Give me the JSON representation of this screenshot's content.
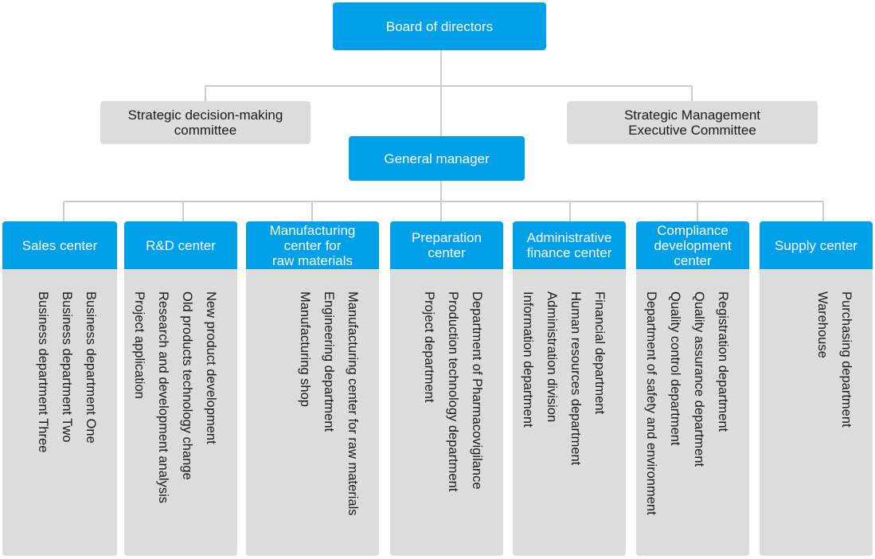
{
  "chart": {
    "board": "Board of directors",
    "left_committee": [
      "Strategic decision-making",
      "committee"
    ],
    "right_committee": [
      "Strategic Management",
      "Executive Committee"
    ],
    "general_manager": "General manager",
    "centers": [
      {
        "title": [
          "Sales center"
        ],
        "departments": [
          "Business department One",
          "Business department Two",
          "Business department Three"
        ]
      },
      {
        "title": [
          "R&D center"
        ],
        "departments": [
          "New product development",
          "Old products technology change",
          "Research and development analysis",
          "Project application"
        ]
      },
      {
        "title": [
          "Manufacturing",
          "center for",
          "raw materials"
        ],
        "departments": [
          "Manufacturing center for raw materials",
          "Engineering department",
          "Manufacturing shop"
        ]
      },
      {
        "title": [
          "Preparation",
          "center"
        ],
        "departments": [
          "Department of Pharmacovigilance",
          "Production technology department",
          "Project department"
        ]
      },
      {
        "title": [
          "Administrative",
          "finance center"
        ],
        "departments": [
          "Financial department",
          "Human resources department",
          "Administration division",
          "Information department"
        ]
      },
      {
        "title": [
          "Compliance",
          "development",
          "center"
        ],
        "departments": [
          "Registration department",
          "Quality assurance department",
          "Quality control department",
          "Department of safety and environment"
        ]
      },
      {
        "title": [
          "Supply center"
        ],
        "departments": [
          "Purchasing department",
          "Warehouse"
        ]
      }
    ]
  },
  "colors": {
    "accent": "#00a0e9",
    "panel": "#dcdcdc",
    "connector": "#cccccc"
  }
}
